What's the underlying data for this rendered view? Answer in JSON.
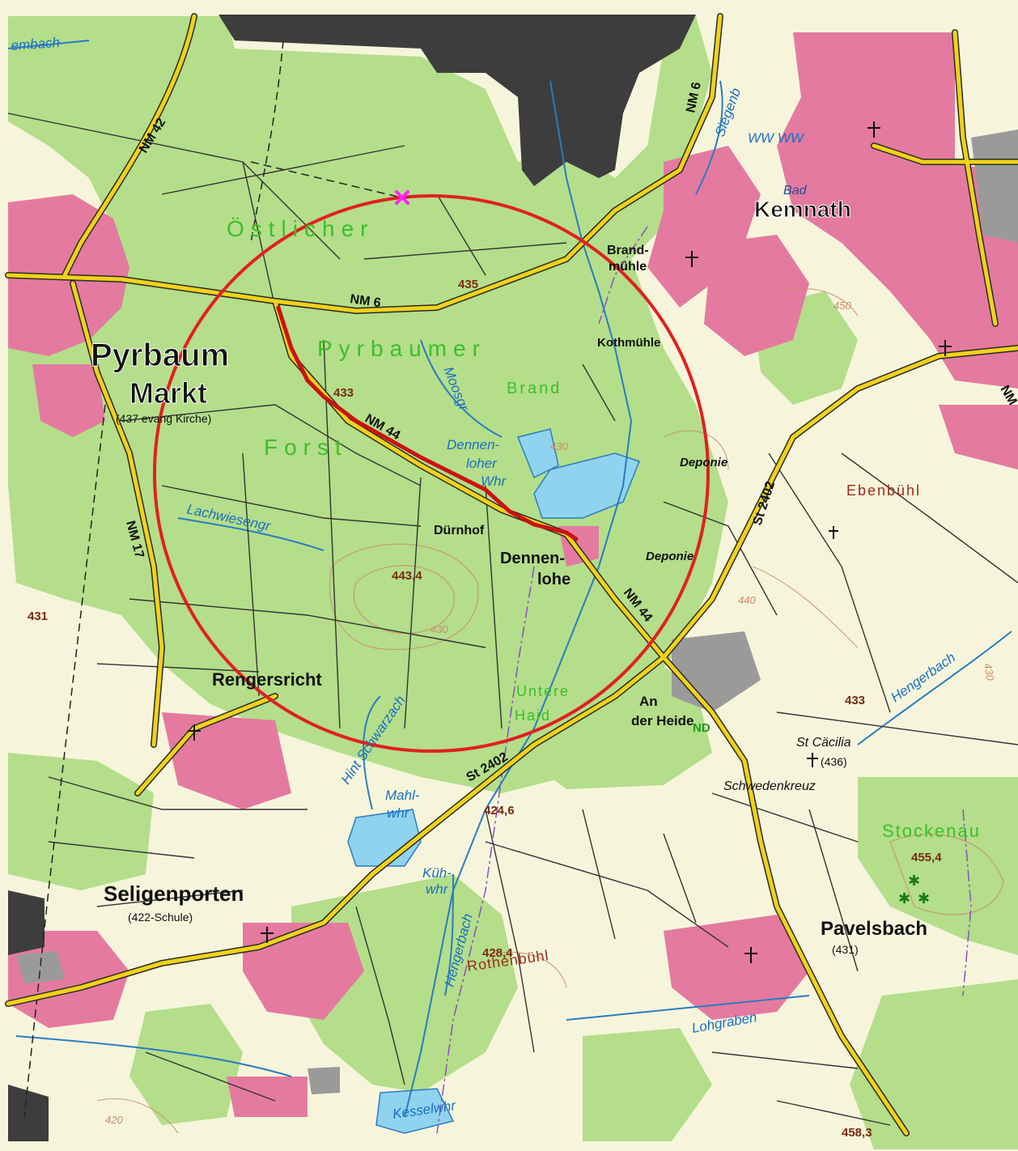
{
  "map": {
    "colors": {
      "forest": "#b4de8a",
      "meadow": "#f6f5dc",
      "settlement": "#e47aa0",
      "water": "#8fd3ef",
      "road": "#f0d21a",
      "road_casing": "#2a2a2a",
      "marker_circle": "#e02020",
      "marker_route": "#cc1111",
      "marker_x": "#ff22ff",
      "dark_area": "#3d3d3d",
      "contour": "#c98b6a"
    },
    "places": {
      "pyrbaum": "Pyrbaum",
      "markt": "Markt",
      "pyrbaum_sub": "(437 evang Kirche)",
      "kemnath": "Kemnath",
      "seligenporten": "Seligenporten",
      "seligenporten_sub": "(422-Schule)",
      "pavelsbach": "Pavelsbach",
      "pavelsbach_sub": "(431)",
      "rengersricht": "Rengersricht",
      "duernhof": "Dürnhof",
      "dennenlohe_1": "Dennen-",
      "dennenlohe_2": "lohe",
      "brandmuehle_1": "Brand-",
      "brandmuehle_2": "mühle",
      "kothmuehle": "Kothmühle",
      "an_der_heide_1": "An",
      "an_der_heide_2": "der Heide",
      "st_cacilia": "St Cäcilia",
      "st_cacilia_sub": "(436)",
      "schwedenkreuz": "Schwedenkreuz",
      "bad": "Bad"
    },
    "forest_names": {
      "oestlicher": "Östlicher",
      "pyrbaumer": "Pyrbaumer",
      "forst": "Forst",
      "brand": "Brand",
      "untere": "Untere",
      "haid": "Haid",
      "stockenau": "Stockenau",
      "ebenbuehl": "Ebenbühl",
      "rothenbuehl": "Rothenbühl"
    },
    "roads": {
      "nm42": "NM 42",
      "nm6_west": "NM 6",
      "nm6_north": "NM 6",
      "nm44_a": "NM 44",
      "nm44_b": "NM 44",
      "nm17": "NM 17",
      "st2402_a": "St 2402",
      "st2402_b": "St 2402",
      "nm_east": "NM"
    },
    "water_names": {
      "lachwiesengr": "Lachwiesengr",
      "moosgr": "Moosgr",
      "dennenloher_1": "Dennen-",
      "dennenloher_2": "loher",
      "dennenloher_3": "Whr",
      "hintschwarzach": "Hint Schwarzach",
      "mahlwhr_1": "Mahl-",
      "mahlwhr_2": "whr",
      "kuehwhr_1": "Küh-",
      "kuehwhr_2": "whr",
      "hengerbach_1": "Hengerbach",
      "hengerbach_2": "Hengerbach",
      "lohgraben": "Lohgraben",
      "kesselwhr": "Kesselwhr",
      "siegenb": "Siegenb",
      "ww": "WW WW",
      "embach": "embach"
    },
    "features": {
      "deponie_1": "Deponie",
      "deponie_2": "Deponie",
      "nd": "ND"
    },
    "elevations": {
      "e435": "435",
      "e433a": "433",
      "e4434": "443,4",
      "e431": "431",
      "e433b": "433",
      "e4246": "424,6",
      "e4554": "455,4",
      "e4284": "428,4",
      "e4583": "458,3",
      "c430a": "430",
      "c430b": "430",
      "c440": "440",
      "c450": "450",
      "c420": "420",
      "c430c": "430"
    }
  }
}
